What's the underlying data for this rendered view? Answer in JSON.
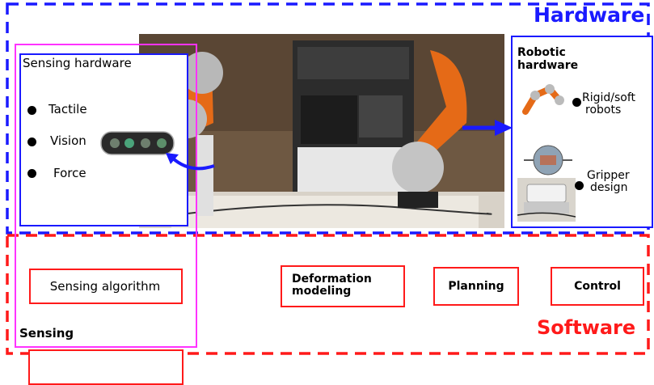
{
  "hardware_title": "Hardware",
  "software_title": "Software",
  "sensing_hardware": {
    "title": "Sensing  hardware",
    "items": [
      "Tactile",
      "Vision",
      "Force"
    ]
  },
  "robotic_hardware": {
    "title_line1": "Robotic",
    "title_line2": "hardware",
    "item1_line1": "Rigid/soft",
    "item1_line2": "robots",
    "item2_line1": "Gripper",
    "item2_line2": "design"
  },
  "software": {
    "sensing_algorithm": "Sensing algorithm",
    "deformation_line1": "Deformation",
    "deformation_line2": "modeling",
    "planning": "Planning",
    "control": "Control"
  },
  "sensing_group_label": "Sensing",
  "colors": {
    "hardware_blue": "#1a1aff",
    "software_red": "#ff1a1a",
    "sensing_magenta": "#ff33ff"
  }
}
